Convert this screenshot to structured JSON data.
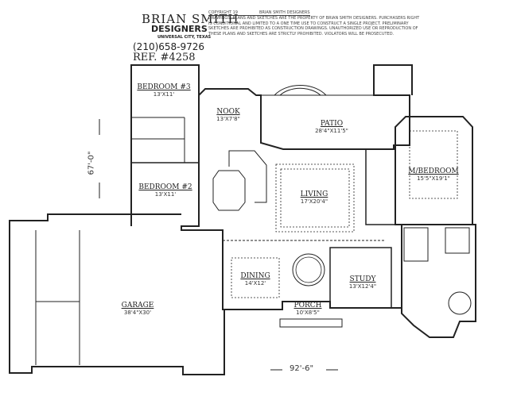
{
  "title_block": {
    "firm_name": "BRIAN SMITH",
    "firm_sub": "DESIGNERS",
    "location": "UNIVERSAL CITY, TEXAS",
    "phone": "(210)658-9726",
    "ref": "REF. #4258"
  },
  "copyright": {
    "heading": "COPYRIGHT 19",
    "firm": "BRIAN SMITH DESIGNERS",
    "notice": "DRAWINGS, PLANS AND SKETCHES ARE THE PROPERTY OF BRIAN SMITH DESIGNERS. PURCHASERS RIGHT IS CONDITIONAL AND LIMITED TO A ONE TIME USE TO CONSTRUCT A SINGLE PROJECT. PRELIMINARY SKETCHES ARE PROHIBITED AS CONSTRUCTION DRAWINGS. UNAUTHORIZED USE OR REPRODUCTION OF THESE PLANS AND SKETCHES ARE STRICTLY PROHIBITED. VIOLATORS WILL BE PROSECUTED."
  },
  "rooms": [
    {
      "name": "BEDROOM #3",
      "size": "13'X11'"
    },
    {
      "name": "NOOK",
      "size": "13'X7'8\""
    },
    {
      "name": "PATIO",
      "size": "28'4\"X11'5\""
    },
    {
      "name": "M/BEDROOM",
      "size": "15'5\"X19'1\""
    },
    {
      "name": "BEDROOM #2",
      "size": "13'X11'"
    },
    {
      "name": "LIVING",
      "size": "17'X20'4\""
    },
    {
      "name": "DINING",
      "size": "14'X12'"
    },
    {
      "name": "STUDY",
      "size": "13'X12'4\""
    },
    {
      "name": "GARAGE",
      "size": "38'4\"X30'"
    },
    {
      "name": "PORCH",
      "size": "10'X8'5\""
    }
  ],
  "dimensions": {
    "depth": "67'-0\"",
    "width": "92'-6\""
  }
}
